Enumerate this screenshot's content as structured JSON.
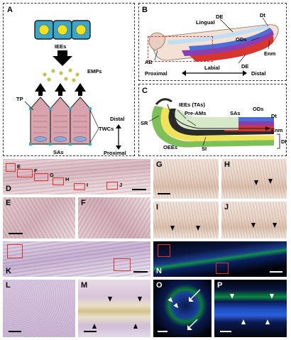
{
  "panel_labels": [
    "A",
    "B",
    "C",
    "D",
    "E",
    "F",
    "G",
    "H",
    "I",
    "J",
    "K",
    "L",
    "M",
    "N",
    "O",
    "P"
  ],
  "roi_labels": [
    "E",
    "F",
    "G",
    "H",
    "I",
    "J"
  ],
  "panel_a": {
    "iees": "IEEs",
    "emps": "EMPs",
    "tp": "TP",
    "twcs": "TWCs",
    "sas": "SAs",
    "distal": "Distal",
    "proximal": "Proximal"
  },
  "panel_b": {
    "lingual": "Lingual",
    "de": "DE",
    "dt": "Dt",
    "ods": "ODs",
    "enm": "Enm",
    "ab": "AB",
    "de2": "DE",
    "labial": "Labial",
    "proximal": "Proximal",
    "distal": "Distal"
  },
  "panel_c": {
    "iees_tas": "IEEs (TAs)",
    "pre_ams": "Pre-AMs",
    "sas": "SAs",
    "ods": "ODs",
    "dt": "Dt",
    "sr": "SR",
    "enm": "Enm",
    "oees": "OEEs",
    "si": "SI",
    "de": "DE"
  },
  "colors": {
    "cell_blue": "#3aa6c9",
    "cell_yellow": "#f3e21a",
    "emp_yellow": "#c8c24a",
    "cell_pink": "#d9a3ad",
    "roi_red": "#e0302a",
    "ds_blue": "#4a6fd6",
    "enm_red": "#d8352f",
    "dentin_purple": "#8a3fb0",
    "si_yellow": "#f0e35a",
    "oee_green": "#7fbf5a",
    "dt_blue": "#2f5fcf"
  }
}
